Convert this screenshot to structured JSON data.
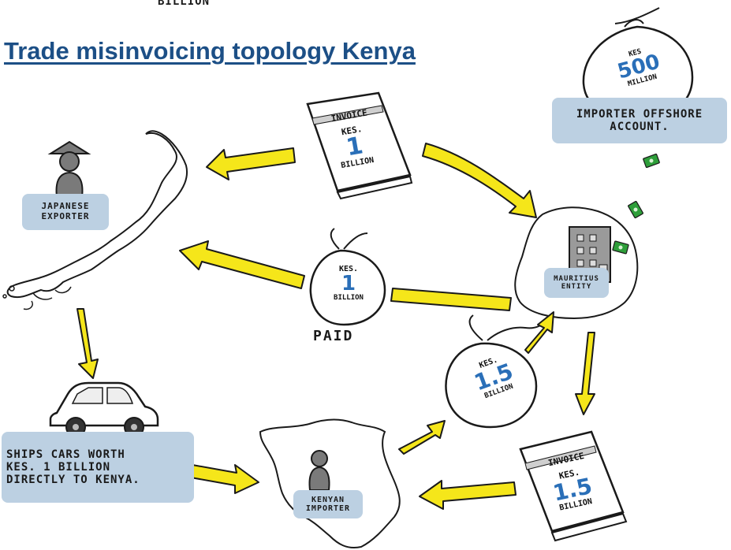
{
  "top_fragment": "BILLION",
  "title": "Trade misinvoicing topology Kenya",
  "japanese_exporter": {
    "line1": "JAPANESE",
    "line2": "EXPORTER"
  },
  "mauritius_entity": {
    "line1": "MAURITIUS",
    "line2": "ENTITY"
  },
  "kenyan_importer": {
    "line1": "KENYAN",
    "line2": "IMPORTER"
  },
  "offshore_account": {
    "line1": "IMPORTER OFFSHORE",
    "line2": "ACCOUNT."
  },
  "offshore_bag": {
    "currency": "KES",
    "amount": "500",
    "unit": "MILLION"
  },
  "ships_cars": {
    "line1": "SHIPS CARS WORTH",
    "line2": "KES. 1 BILLION",
    "line3": "DIRECTLY TO KENYA."
  },
  "invoice_top": {
    "header": "INVOICE",
    "currency": "KES.",
    "amount": "1",
    "unit": "BILLION"
  },
  "invoice_bottom": {
    "header": "INVOICE",
    "currency": "KES.",
    "amount": "1.5",
    "unit": "BILLION"
  },
  "paid_bag": {
    "currency": "KES.",
    "amount": "1",
    "unit": "BILLION",
    "caption": "PAID"
  },
  "bag_1_5": {
    "currency": "KES.",
    "amount": "1.5",
    "unit": "BILLION"
  },
  "colors": {
    "title": "#1c4f86",
    "arrow": "#f5e61a",
    "label_bg": "#bcd0e2",
    "amount": "#2a6fb8",
    "money": "#2e9e3a"
  }
}
